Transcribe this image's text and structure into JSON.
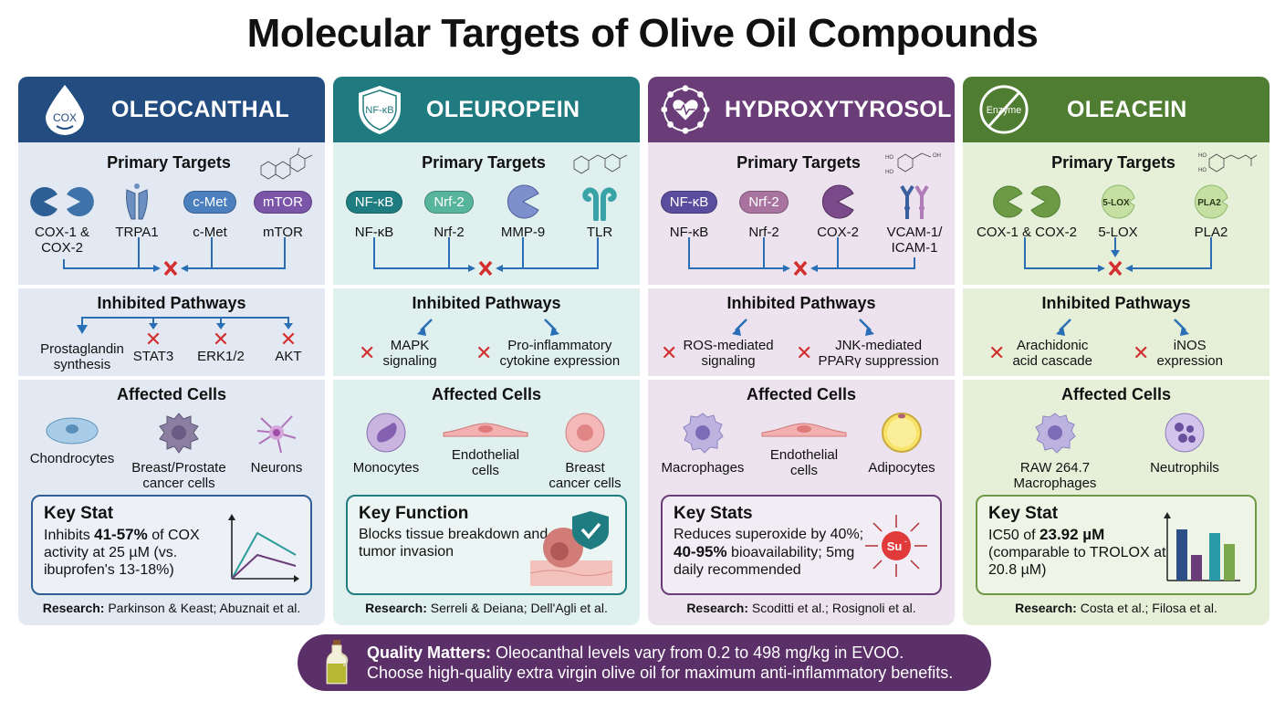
{
  "title": "Molecular Targets of Olive Oil Compounds",
  "colors": {
    "oleocanthal": {
      "header": "#234c80",
      "body": "#e3e9f3",
      "accent": "#2e5f94"
    },
    "oleuropein": {
      "header": "#207b80",
      "body": "#dff0ef",
      "accent": "#1f7c80"
    },
    "hydroxytyrosol": {
      "header": "#6a3c78",
      "body": "#ece3ee",
      "accent": "#6a3c78"
    },
    "oleacein": {
      "header": "#4f7d32",
      "body": "#e6f0d9",
      "accent": "#5a8a3a"
    },
    "arrow": "#2a6fb5",
    "inhibit_x": "#d32f2f",
    "banner": "#5b2f68"
  },
  "panels": [
    {
      "name": "OLEOCANTHAL",
      "header_icon": {
        "semantic": "droplet-icon",
        "label": "COX"
      },
      "primary_targets": {
        "title": "Primary Targets",
        "items": [
          {
            "label": "COX-1 &\nCOX-2",
            "icon": "enzyme-pair-icon"
          },
          {
            "label": "TRPA1",
            "icon": "ion-channel-icon"
          },
          {
            "label": "c-Met",
            "icon": "pill",
            "pill_text": "c-Met"
          },
          {
            "label": "mTOR",
            "icon": "pill",
            "pill_text": "mTOR"
          }
        ]
      },
      "inhibited_pathways": {
        "title": "Inhibited Pathways",
        "items": [
          {
            "label": "Prostaglandin\nsynthesis",
            "x_mark": false
          },
          {
            "label": "STAT3",
            "x_mark": true
          },
          {
            "label": "ERK1/2",
            "x_mark": true
          },
          {
            "label": "AKT",
            "x_mark": true
          }
        ]
      },
      "affected_cells": {
        "title": "Affected Cells",
        "items": [
          "Chondrocytes",
          "Breast/Prostate\ncancer cells",
          "Neurons"
        ]
      },
      "key_box": {
        "title": "Key Stat",
        "text_pre": "Inhibits ",
        "text_bold": "41-57%",
        "text_post": " of COX activity at 25 µM (vs. ibuprofen's 13-18%)",
        "graphic": "line-chart-icon"
      },
      "research": {
        "label": "Research:",
        "text": "Parkinson & Keast; Abuznait et al."
      }
    },
    {
      "name": "OLEUROPEIN",
      "header_icon": {
        "semantic": "shield-icon",
        "label": "NF-κB"
      },
      "primary_targets": {
        "title": "Primary Targets",
        "items": [
          {
            "label": "NF-κB",
            "icon": "pill",
            "pill_text": "NF-κB"
          },
          {
            "label": "Nrf-2",
            "icon": "pill",
            "pill_text": "Nrf-2"
          },
          {
            "label": "MMP-9",
            "icon": "enzyme-icon"
          },
          {
            "label": "TLR",
            "icon": "receptor-icon"
          }
        ]
      },
      "inhibited_pathways": {
        "title": "Inhibited Pathways",
        "items": [
          {
            "label": "MAPK\nsignaling",
            "x_mark": true
          },
          {
            "label": "Pro-inflammatory\ncytokine expression",
            "x_mark": true
          }
        ]
      },
      "affected_cells": {
        "title": "Affected Cells",
        "items": [
          "Monocytes",
          "Endothelial\ncells",
          "Breast\ncancer cells"
        ]
      },
      "key_box": {
        "title": "Key Function",
        "text_pre": "Blocks tissue breakdown and tumor invasion",
        "text_bold": "",
        "text_post": "",
        "graphic": "tumor-shield-icon"
      },
      "research": {
        "label": "Research:",
        "text": "Serreli & Deiana; Dell'Agli et al."
      }
    },
    {
      "name": "HYDROXYTYROSOL",
      "header_icon": {
        "semantic": "heart-network-icon",
        "label": ""
      },
      "primary_targets": {
        "title": "Primary Targets",
        "items": [
          {
            "label": "NF-κB",
            "icon": "pill",
            "pill_text": "NF-κB"
          },
          {
            "label": "Nrf-2",
            "icon": "pill",
            "pill_text": "Nrf-2"
          },
          {
            "label": "COX-2",
            "icon": "enzyme-icon"
          },
          {
            "label": "VCAM-1/\nICAM-1",
            "icon": "adhesion-molecule-icon"
          }
        ]
      },
      "inhibited_pathways": {
        "title": "Inhibited Pathways",
        "items": [
          {
            "label": "ROS-mediated\nsignaling",
            "x_mark": true
          },
          {
            "label": "JNK-mediated\nPPARγ suppression",
            "x_mark": true
          }
        ]
      },
      "affected_cells": {
        "title": "Affected Cells",
        "items": [
          "Macrophages",
          "Endothelial\ncells",
          "Adipocytes"
        ]
      },
      "key_box": {
        "title": "Key Stats",
        "text_pre": "Reduces superoxide by 40%; ",
        "text_bold": "40-95%",
        "text_post": " bioavailability; 5mg daily recommended",
        "graphic": "superoxide-icon"
      },
      "research": {
        "label": "Research:",
        "text": "Scoditti et al.; Rosignoli et al."
      }
    },
    {
      "name": "OLEACEIN",
      "header_icon": {
        "semantic": "no-enzyme-icon",
        "label": "Enzyme"
      },
      "primary_targets": {
        "title": "Primary Targets",
        "items": [
          {
            "label": "COX-1 & COX-2",
            "icon": "enzyme-pair-icon"
          },
          {
            "label": "5-LOX",
            "icon": "enzyme-disc",
            "pill_text": "5-LOX"
          },
          {
            "label": "PLA2",
            "icon": "enzyme-disc",
            "pill_text": "PLA2"
          }
        ]
      },
      "inhibited_pathways": {
        "title": "Inhibited Pathways",
        "items": [
          {
            "label": "Arachidonic\nacid cascade",
            "x_mark": true
          },
          {
            "label": "iNOS\nexpression",
            "x_mark": true
          }
        ]
      },
      "affected_cells": {
        "title": "Affected Cells",
        "items": [
          "RAW 264.7\nMacrophages",
          "Neutrophils"
        ]
      },
      "key_box": {
        "title": "Key Stat",
        "text_pre": "IC50 of ",
        "text_bold": "23.92 µM",
        "text_post": " (comparable to TROLOX at 20.8 µM)",
        "graphic": "bar-chart-icon"
      },
      "research": {
        "label": "Research:",
        "text": "Costa et al.; Filosa et al."
      }
    }
  ],
  "banner": {
    "icon": "olive-oil-bottle-icon",
    "bold": "Quality Matters:",
    "line1": " Oleocanthal levels vary from 0.2 to 498 mg/kg in EVOO.",
    "line2": "Choose high-quality extra virgin olive oil for maximum anti-inflammatory benefits."
  }
}
